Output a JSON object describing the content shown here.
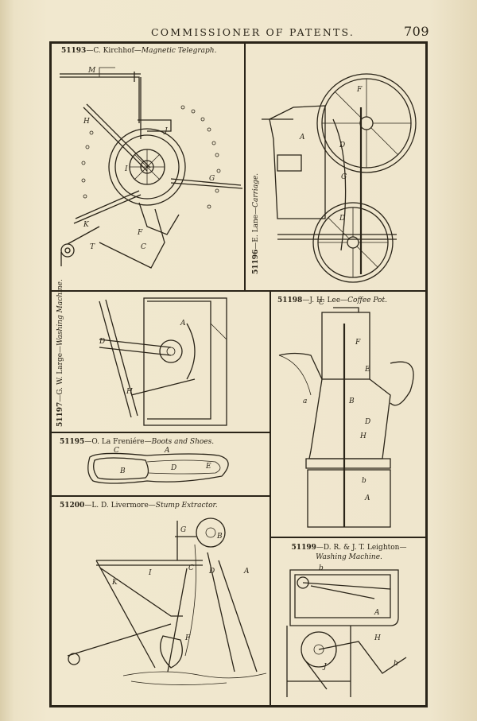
{
  "header": {
    "running_head": "COMMISSIONER OF PATENTS.",
    "page_number": "709"
  },
  "figures": {
    "fig_51193": {
      "number": "51193",
      "inventor": "C. Kirchhof",
      "title": "Magnetic Telegraph.",
      "letters": [
        "M",
        "H",
        "J",
        "I",
        "G",
        "K",
        "T",
        "C",
        "F"
      ]
    },
    "fig_51196": {
      "number": "51196",
      "inventor": "E. Lane",
      "title": "Carriage.",
      "letters": [
        "F",
        "A",
        "G",
        "D",
        "D"
      ]
    },
    "fig_51197": {
      "number": "51197",
      "inventor": "G. W. Large",
      "title": "Washing Machine.",
      "letters": [
        "D",
        "A",
        "H"
      ]
    },
    "fig_51198": {
      "number": "51198",
      "inventor": "J. H. Lee",
      "title": "Coffee Pot.",
      "letters": [
        "C",
        "F",
        "E",
        "a",
        "D",
        "H",
        "b",
        "A",
        "B"
      ]
    },
    "fig_51195": {
      "number": "51195",
      "inventor": "O. La Freniére",
      "title": "Boots and Shoes.",
      "letters": [
        "C",
        "A",
        "B",
        "D",
        "E"
      ]
    },
    "fig_51200": {
      "number": "51200",
      "inventor": "L. D. Livermore",
      "title": "Stump Extractor.",
      "letters": [
        "G",
        "B",
        "I",
        "C",
        "D",
        "A",
        "K",
        "F"
      ]
    },
    "fig_51199": {
      "number": "51199",
      "inventor": "D. R. & J. T. Leighton",
      "title": "Washing Machine.",
      "letters": [
        "b",
        "A",
        "H",
        "h",
        "J"
      ]
    }
  }
}
